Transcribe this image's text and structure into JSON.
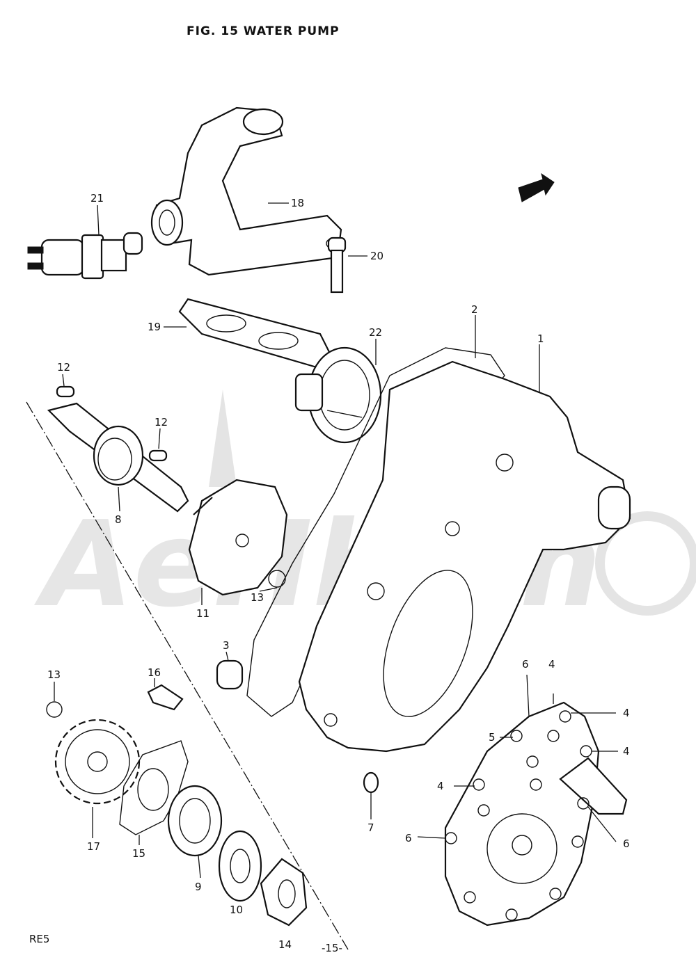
{
  "figure": {
    "title": "FIG. 15  WATER PUMP",
    "footer_code": "RE5",
    "footer_page": "-15-"
  },
  "watermark": {
    "text": "AeHhom"
  },
  "callouts": {
    "c1": "1",
    "c2": "2",
    "c3": "3",
    "c4a": "4",
    "c4b": "4",
    "c4c": "4",
    "c4d": "4",
    "c5": "5",
    "c6a": "6",
    "c6b": "6",
    "c6c": "6",
    "c7": "7",
    "c8": "8",
    "c9": "9",
    "c10": "10",
    "c11": "11",
    "c12a": "12",
    "c12b": "12",
    "c13a": "13",
    "c13b": "13",
    "c14": "14",
    "c15": "15",
    "c16": "16",
    "c17": "17",
    "c18": "18",
    "c19": "19",
    "c20": "20",
    "c21": "21",
    "c22": "22"
  },
  "icons": {
    "front_arrow": "front-direction-arrow-icon"
  },
  "colors": {
    "ink": "#111111",
    "paper": "#ffffff",
    "watermark": "#e4e4e4"
  }
}
